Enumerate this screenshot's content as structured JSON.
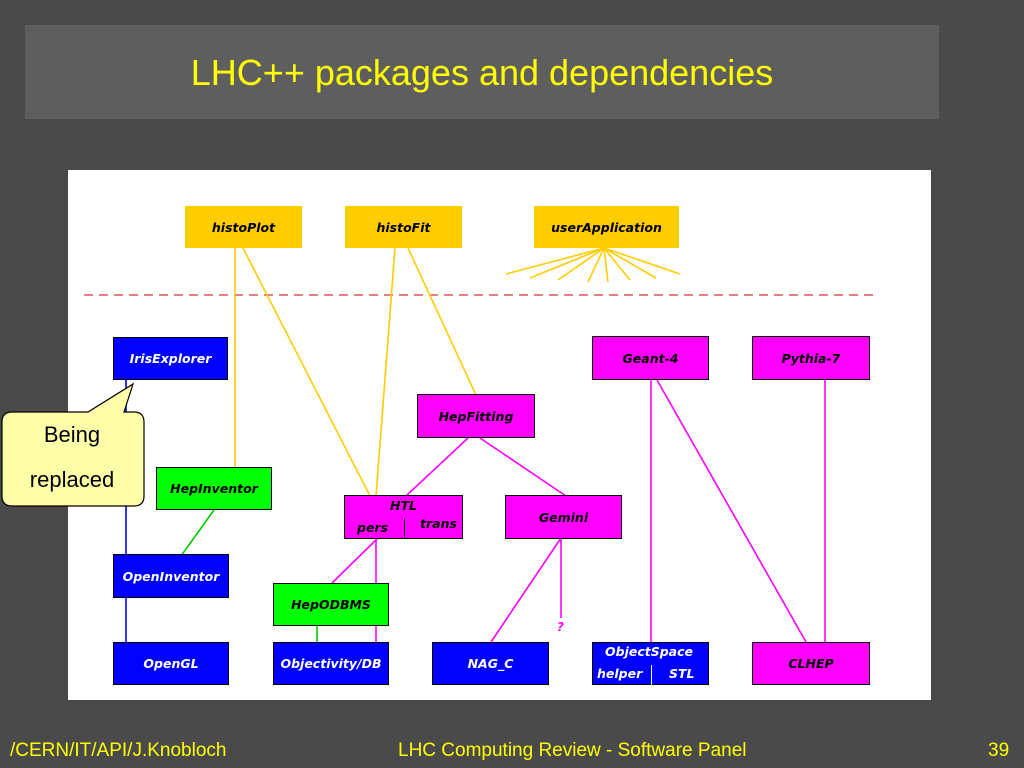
{
  "title": "LHC++ packages and dependencies",
  "nodes": {
    "histoPlot": "histoPlot",
    "histoFit": "histoFit",
    "userApplication": "userApplication",
    "irisExplorer": "IrisExplorer",
    "geant4": "Geant-4",
    "pythia7": "Pythia-7",
    "hepFitting": "HepFitting",
    "hepInventor": "HepInventor",
    "htl": "HTL",
    "htlPers": "pers",
    "htlTrans": "trans",
    "gemini": "Gemini",
    "openInventor": "OpenInventor",
    "hepOdbms": "HepODBMS",
    "openGL": "OpenGL",
    "objectivity": "Objectivity/DB",
    "nagC": "NAG_C",
    "objectSpace": "ObjectSpace",
    "objectSpaceHelper": "helper",
    "objectSpaceStl": "STL",
    "clhep": "CLHEP",
    "question": "?"
  },
  "callout": {
    "line1": "Being",
    "line2": "replaced"
  },
  "footer": {
    "left": "/CERN/IT/API/J.Knobloch",
    "center": "LHC Computing Review - Software Panel",
    "page": "39"
  },
  "colors": {
    "background": "#4a4a4a",
    "title_bar": "#5e5e5e",
    "title_text": "#ffff00",
    "yellow_box": "#ffcc00",
    "blue_box": "#0000ff",
    "green_box": "#00ff00",
    "magenta_box": "#ff00ff",
    "dashed_separator": "#cc0000"
  }
}
